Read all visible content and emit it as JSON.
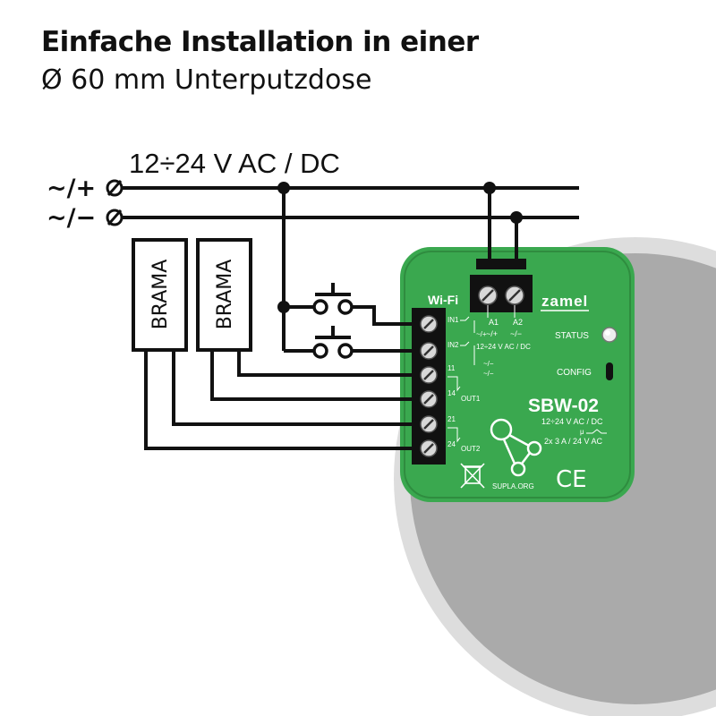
{
  "heading": {
    "title": "Einfache Installation in einer",
    "subtitle": "Ø 60 mm Unterputzdose"
  },
  "supply": {
    "voltage_label": "12÷24 V AC / DC",
    "line_plus": "~/+",
    "line_minus": "~/−"
  },
  "gates": [
    "BRAMA",
    "BRAMA"
  ],
  "device": {
    "brand": "zamel",
    "model": "SBW-02",
    "wifi": "Wi-Fi",
    "status": "STATUS",
    "config": "CONFIG",
    "a1": "A1",
    "a2": "A2",
    "a1_polarity": "~/+",
    "a2_polarity": "~/−",
    "in1": "IN1",
    "in2": "IN2",
    "inputs_supply": "12÷24 V AC / DC",
    "inputs_polarity_top": "~/+",
    "inputs_polarity_bottom": "~/−",
    "t11": "11",
    "t14": "14",
    "out1": "OUT1",
    "t21": "21",
    "t24": "24",
    "out2": "OUT2",
    "spec_voltage": "12÷24 V AC / DC",
    "spec_mu": "μ",
    "spec_rating": "2x 3 A / 24 V AC",
    "supla": "SUPLA.ORG",
    "ce": "CE"
  },
  "colors": {
    "device_green": "#3aa84f",
    "device_dark": "#2f8c3f",
    "wire": "#111111",
    "box_grey": "#aaaaaa",
    "box_ring": "#dddddd"
  }
}
